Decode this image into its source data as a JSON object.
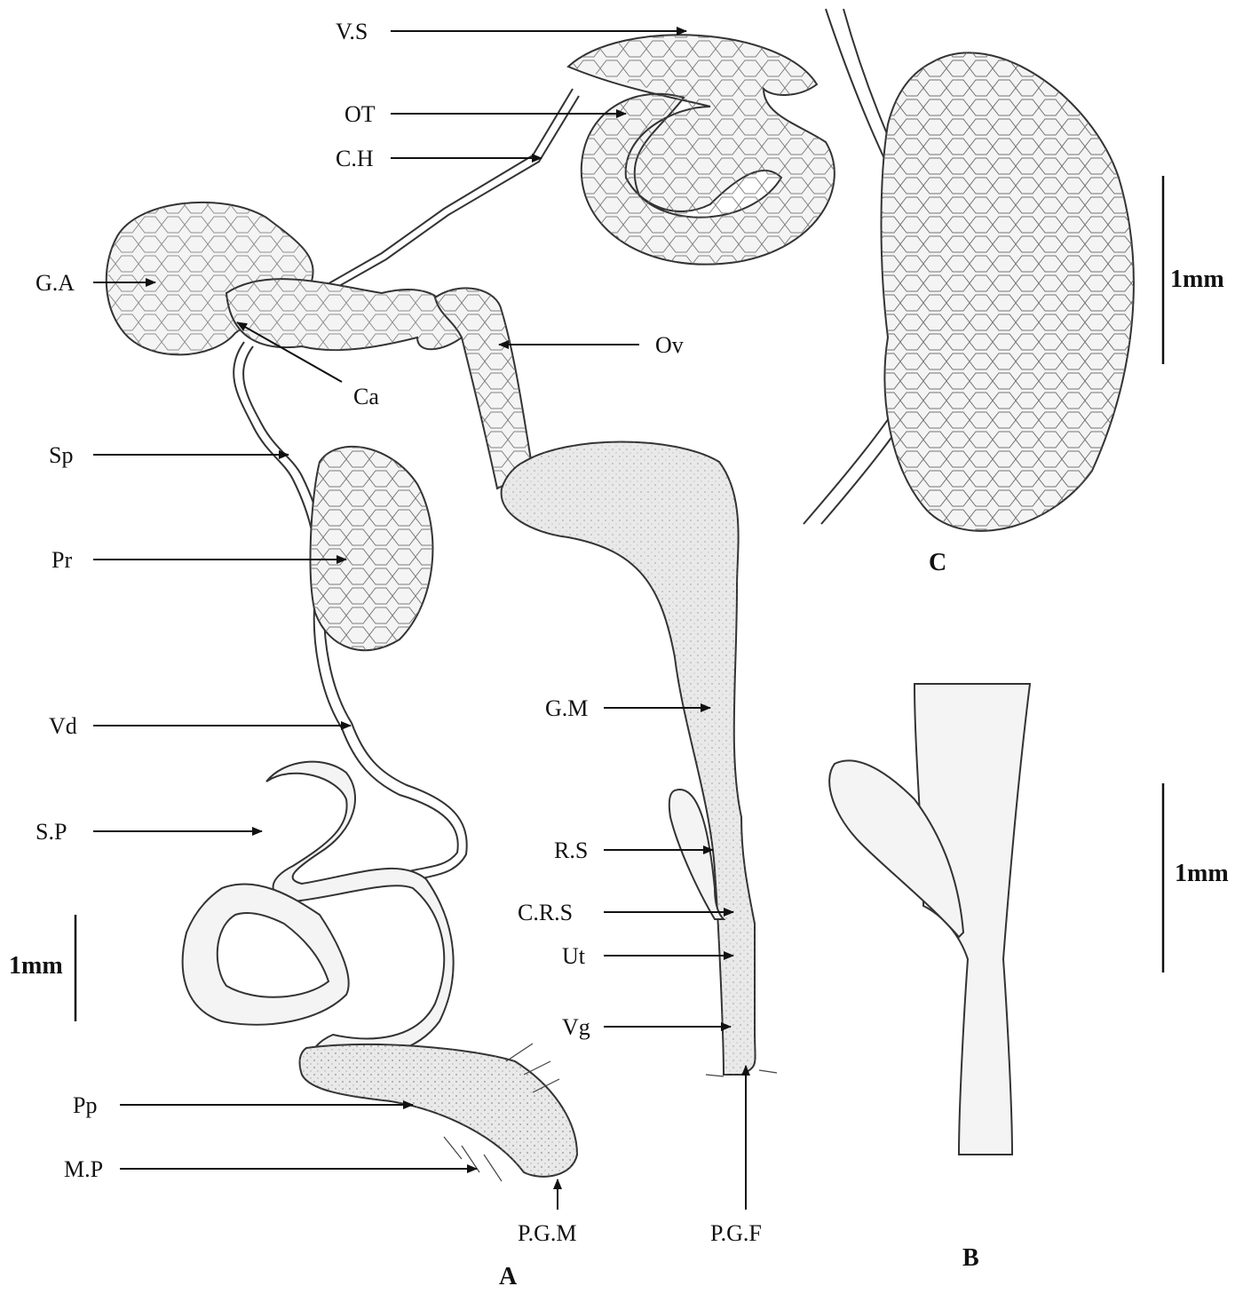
{
  "panels": {
    "a": "A",
    "b": "B",
    "c": "C"
  },
  "labels": {
    "vs": "V.S",
    "ot": "OT",
    "ch": "C.H",
    "ga": "G.A",
    "ca": "Ca",
    "ov": "Ov",
    "sp": "Sp",
    "pr": "Pr",
    "gm": "G.M",
    "vd": "Vd",
    "sp2": "S.P",
    "rs": "R.S",
    "crs": "C.R.S",
    "ut": "Ut",
    "vg": "Vg",
    "pp": "Pp",
    "mp": "M.P",
    "pgm": "P.G.M",
    "pgf": "P.G.F"
  },
  "scale_bars": {
    "a": "1mm",
    "b": "1mm",
    "c": "1mm"
  }
}
